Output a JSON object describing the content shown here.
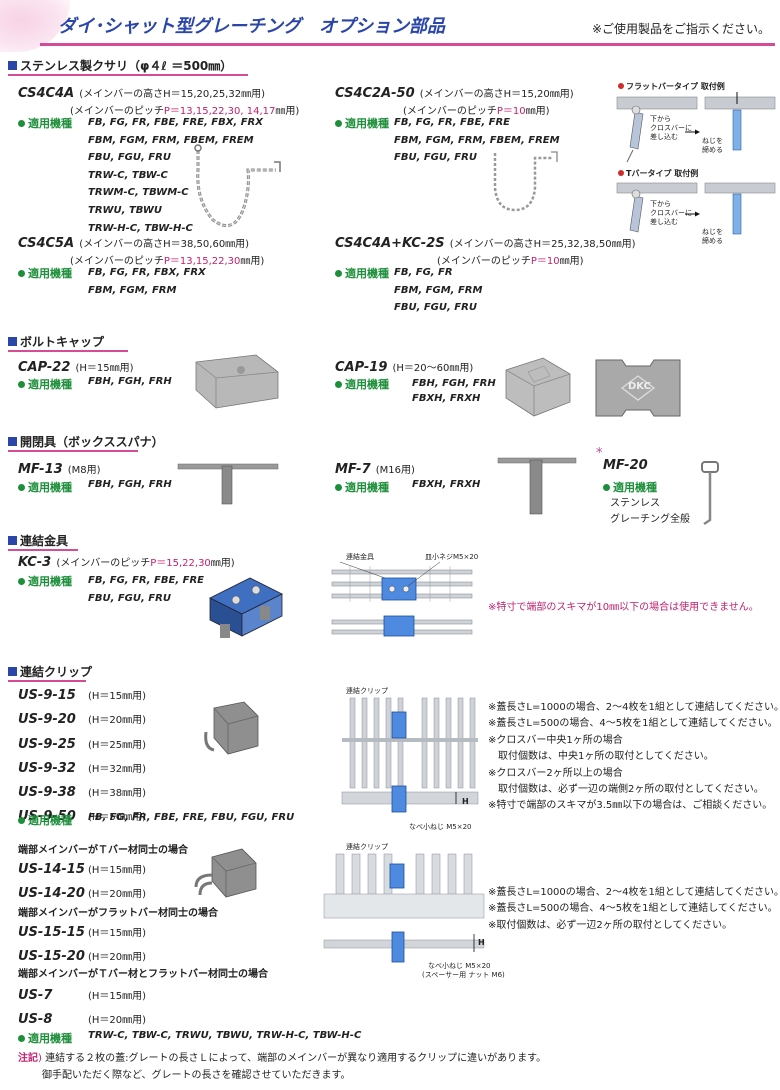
{
  "header": {
    "title": "ダイ･シャット型グレーチング　オプション部品",
    "note": "※ご使用製品をご指示ください。"
  },
  "applicable_label": "適用機種",
  "sections": {
    "chain": {
      "title": "ステンレス製クサリ（φ４ℓ ＝500㎜）"
    },
    "cap": {
      "title": "ボルトキャップ"
    },
    "mf": {
      "title": "開閉具（ボックススパナ）"
    },
    "kc": {
      "title": "連結金具"
    },
    "us": {
      "title": "連結クリップ"
    }
  },
  "chain": {
    "cs4c4a": {
      "name": "CS4C4A",
      "height": "(メインバーの高さH＝15,20,25,32㎜用)",
      "pitch_prefix": "(メインバーのピッチ",
      "pitch_value": "P＝13,15,22,30, 14,17",
      "pitch_suffix": "㎜用)",
      "machines": [
        "FB, FG, FR, FBE, FRE, FBX, FRX",
        "FBM, FGM, FRM, FBEM, FREM",
        "FBU, FGU, FRU",
        "TRW-C, TBW-C",
        "TRWM-C, TBWM-C",
        "TRWU, TBWU",
        "TRW-H-C, TBW-H-C"
      ]
    },
    "cs4c5a": {
      "name": "CS4C5A",
      "height": "(メインバーの高さH＝38,50,60㎜用)",
      "pitch_prefix": "(メインバーのピッチ",
      "pitch_value": "P＝13,15,22,30",
      "pitch_suffix": "㎜用)",
      "machines": [
        "FB, FG, FR, FBX, FRX",
        "FBM, FGM, FRM"
      ]
    },
    "cs4c2a50": {
      "name": "CS4C2A-50",
      "height": "(メインバーの高さH＝15,20㎜用)",
      "pitch_prefix": "(メインバーのピッチ",
      "pitch_value": "P＝10",
      "pitch_suffix": "㎜用)",
      "machines": [
        "FB, FG, FR, FBE, FRE",
        "FBM, FGM, FRM, FBEM, FREM",
        "FBU, FGU, FRU"
      ]
    },
    "cs4c4akc2s": {
      "name": "CS4C4A+KC-2S",
      "height": "(メインバーの高さH＝25,32,38,50㎜用)",
      "pitch_prefix": "(メインバーのピッチ",
      "pitch_value": "P＝10",
      "pitch_suffix": "㎜用)",
      "machines": [
        "FB, FG, FR",
        "FBM, FGM, FRM",
        "FBU, FGU, FRU"
      ]
    },
    "install": {
      "flat_title": "フラットバータイプ 取付例",
      "t_title": "Tバータイプ 取付例",
      "from_below": [
        "下から",
        "クロスバーに",
        "差し込む"
      ],
      "tighten": [
        "ねじを",
        "締める"
      ],
      "from_below2": [
        "下から",
        "クロスバーに",
        "差し込む"
      ],
      "tighten2": [
        "ねじを",
        "締める"
      ]
    }
  },
  "cap": {
    "cap22": {
      "name": "CAP-22",
      "spec": "(H＝15㎜用)",
      "machines": [
        "FBH, FGH, FRH"
      ]
    },
    "cap19": {
      "name": "CAP-19",
      "spec": "(H＝20〜60㎜用)",
      "machines": [
        "FBH, FGH, FRH",
        "FBXH, FRXH"
      ]
    },
    "logo": "DKC"
  },
  "mf": {
    "mf13": {
      "name": "MF-13",
      "spec": "(M8用)",
      "machines": [
        "FBH, FGH, FRH"
      ]
    },
    "mf7": {
      "name": "MF-7",
      "spec": "(M16用)",
      "machines": [
        "FBXH, FRXH"
      ]
    },
    "mf20": {
      "star": "*",
      "name": "MF-20",
      "machines": [
        "ステンレス",
        "グレーチング全般"
      ]
    }
  },
  "kc": {
    "kc3": {
      "name": "KC-3",
      "pitch_prefix": "(メインバーのピッチ",
      "pitch_value": "P＝15,22,30",
      "pitch_suffix": "㎜用)",
      "machines": [
        "FB, FG, FR, FBE, FRE",
        "FBU, FGU, FRU"
      ]
    },
    "diagram_label1": "連結金具",
    "diagram_label2": "皿小ネジM5×20",
    "note": "※特寸で端部のスキマが10㎜以下の場合は使用できません。"
  },
  "us": {
    "models_a": [
      {
        "name": "US-9-15",
        "spec": "(H＝15㎜用)"
      },
      {
        "name": "US-9-20",
        "spec": "(H＝20㎜用)"
      },
      {
        "name": "US-9-25",
        "spec": "(H＝25㎜用)"
      },
      {
        "name": "US-9-32",
        "spec": "(H＝32㎜用)"
      },
      {
        "name": "US-9-38",
        "spec": "(H＝38㎜用)"
      },
      {
        "name": "US-9-50",
        "spec": "(H＝50㎜用)"
      }
    ],
    "machines_a": "FB, FG, FR, FBE, FRE, FBU, FGU, FRU",
    "tbar_case": "端部メインバーがＴバー材同士の場合",
    "models_t": [
      {
        "name": "US-14-15",
        "spec": "(H＝15㎜用)"
      },
      {
        "name": "US-14-20",
        "spec": "(H＝20㎜用)"
      }
    ],
    "flat_case": "端部メインバーがフラットバー材同士の場合",
    "models_f": [
      {
        "name": "US-15-15",
        "spec": "(H＝15㎜用)"
      },
      {
        "name": "US-15-20",
        "spec": "(H＝20㎜用)"
      }
    ],
    "mixed_case": "端部メインバーがＴバー材とフラットバー材同士の場合",
    "models_m": [
      {
        "name": "US-7",
        "spec": "(H＝15㎜用)"
      },
      {
        "name": "US-8",
        "spec": "(H＝20㎜用)"
      }
    ],
    "machines_b": "TRW-C, TBW-C, TRWU, TBWU, TRW-H-C, TBW-H-C",
    "diagram1_label": "連結クリップ",
    "diagram1_screw": "なべ小ねじ M5×20",
    "diagram2_label": "連結クリップ",
    "diagram2_screw": "なべ小ねじ M5×20",
    "diagram2_spacer": "(スペーサー用 ナット M6)",
    "h_label": "H",
    "notes1": [
      "※蓋長さL=1000の場合、2〜4枚を1組として連結してください。",
      "※蓋長さL=500の場合、4〜5枚を1組として連結してください。",
      "※クロスバー中央1ヶ所の場合",
      "　取付個数は、中央1ヶ所の取付としてください。",
      "※クロスバー2ヶ所以上の場合",
      "　取付個数は、必ず一辺の端側2ヶ所の取付としてください。",
      "※特寸で端部のスキマが3.5㎜以下の場合は、ご相談ください。"
    ],
    "notes2": [
      "※蓋長さL=1000の場合、2〜4枚を1組として連結してください。",
      "※蓋長さL=500の場合、4〜5枚を1組として連結してください。",
      "※取付個数は、必ず一辺2ヶ所の取付としてください。"
    ]
  },
  "footer": {
    "label": "注記",
    "line1": "連結する２枚の蓋:グレートの長さＬによって、端部のメインバーが異なり適用するクリップに違いがあります。",
    "line2": "御手配いただく際など、グレートの長さを確認させていただきます。"
  }
}
